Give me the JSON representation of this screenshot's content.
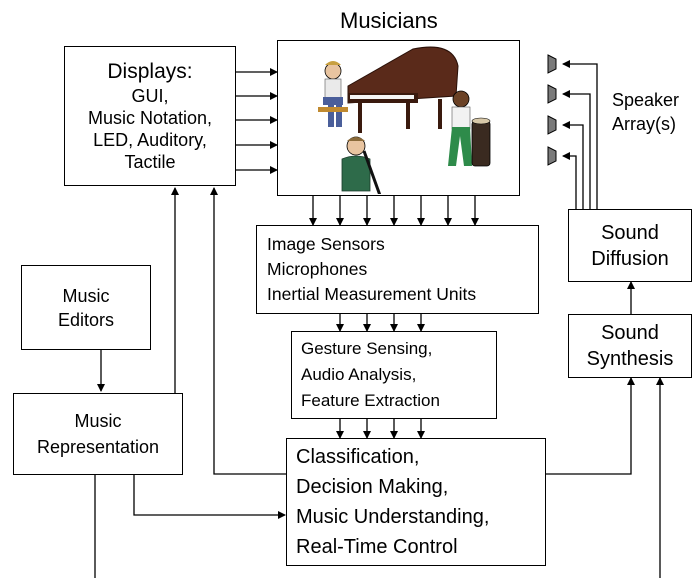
{
  "musicians": {
    "title": "Musicians"
  },
  "displays": {
    "lines": [
      "Displays:",
      "GUI,",
      "Music Notation,",
      "LED, Auditory,",
      "Tactile"
    ]
  },
  "speaker": {
    "lines": [
      "Speaker",
      "Array(s)"
    ]
  },
  "sensors": {
    "lines": [
      "Image Sensors",
      "Microphones",
      "Inertial Measurement Units"
    ]
  },
  "gesture": {
    "lines": [
      "Gesture Sensing,",
      "Audio Analysis,",
      "Feature Extraction"
    ]
  },
  "classification": {
    "lines": [
      "Classification,",
      "Decision Making,",
      "Music Understanding,",
      "Real-Time Control"
    ]
  },
  "editors": {
    "lines": [
      "Music",
      "Editors"
    ]
  },
  "representation": {
    "lines": [
      "Music",
      "Representation"
    ]
  },
  "diffusion": {
    "lines": [
      "Sound",
      "Diffusion"
    ]
  },
  "synthesis": {
    "lines": [
      "Sound",
      "Synthesis"
    ]
  },
  "colors": {
    "line": "#000000",
    "speaker_fill": "#7a7a7a",
    "piano": "#5a2a1a",
    "shirt_green": "#2e6b4a",
    "drum": "#3a2a20"
  }
}
